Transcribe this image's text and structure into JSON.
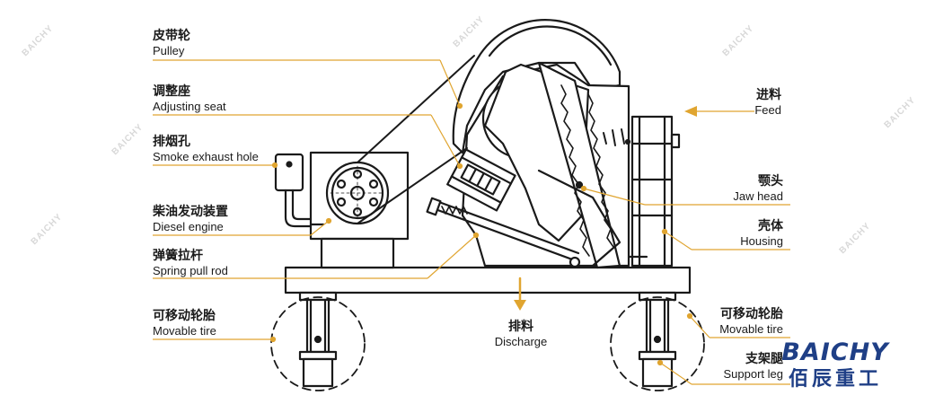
{
  "labels": {
    "pulley": {
      "zh": "皮带轮",
      "en": "Pulley"
    },
    "adjusting_seat": {
      "zh": "调整座",
      "en": "Adjusting seat"
    },
    "smoke_exhaust": {
      "zh": "排烟孔",
      "en": "Smoke exhaust hole"
    },
    "diesel_engine": {
      "zh": "柴油发动装置",
      "en": "Diesel engine"
    },
    "spring_pull_rod": {
      "zh": "弹簧拉杆",
      "en": "Spring pull rod"
    },
    "movable_tire_left": {
      "zh": "可移动轮胎",
      "en": "Movable tire"
    },
    "feed": {
      "zh": "进料",
      "en": "Feed"
    },
    "jaw_head": {
      "zh": "颚头",
      "en": "Jaw head"
    },
    "housing": {
      "zh": "壳体",
      "en": "Housing"
    },
    "movable_tire_right": {
      "zh": "可移动轮胎",
      "en": "Movable tire"
    },
    "support_leg": {
      "zh": "支架腿",
      "en": "Support leg"
    },
    "discharge": {
      "zh": "排料",
      "en": "Discharge"
    }
  },
  "logo": {
    "brand": "BAICHY",
    "cn": "佰辰重工"
  },
  "watermark": "BAICHY",
  "colors": {
    "leader": "#e0a530",
    "line": "#1a1a1a",
    "brand": "#1f3f86"
  }
}
